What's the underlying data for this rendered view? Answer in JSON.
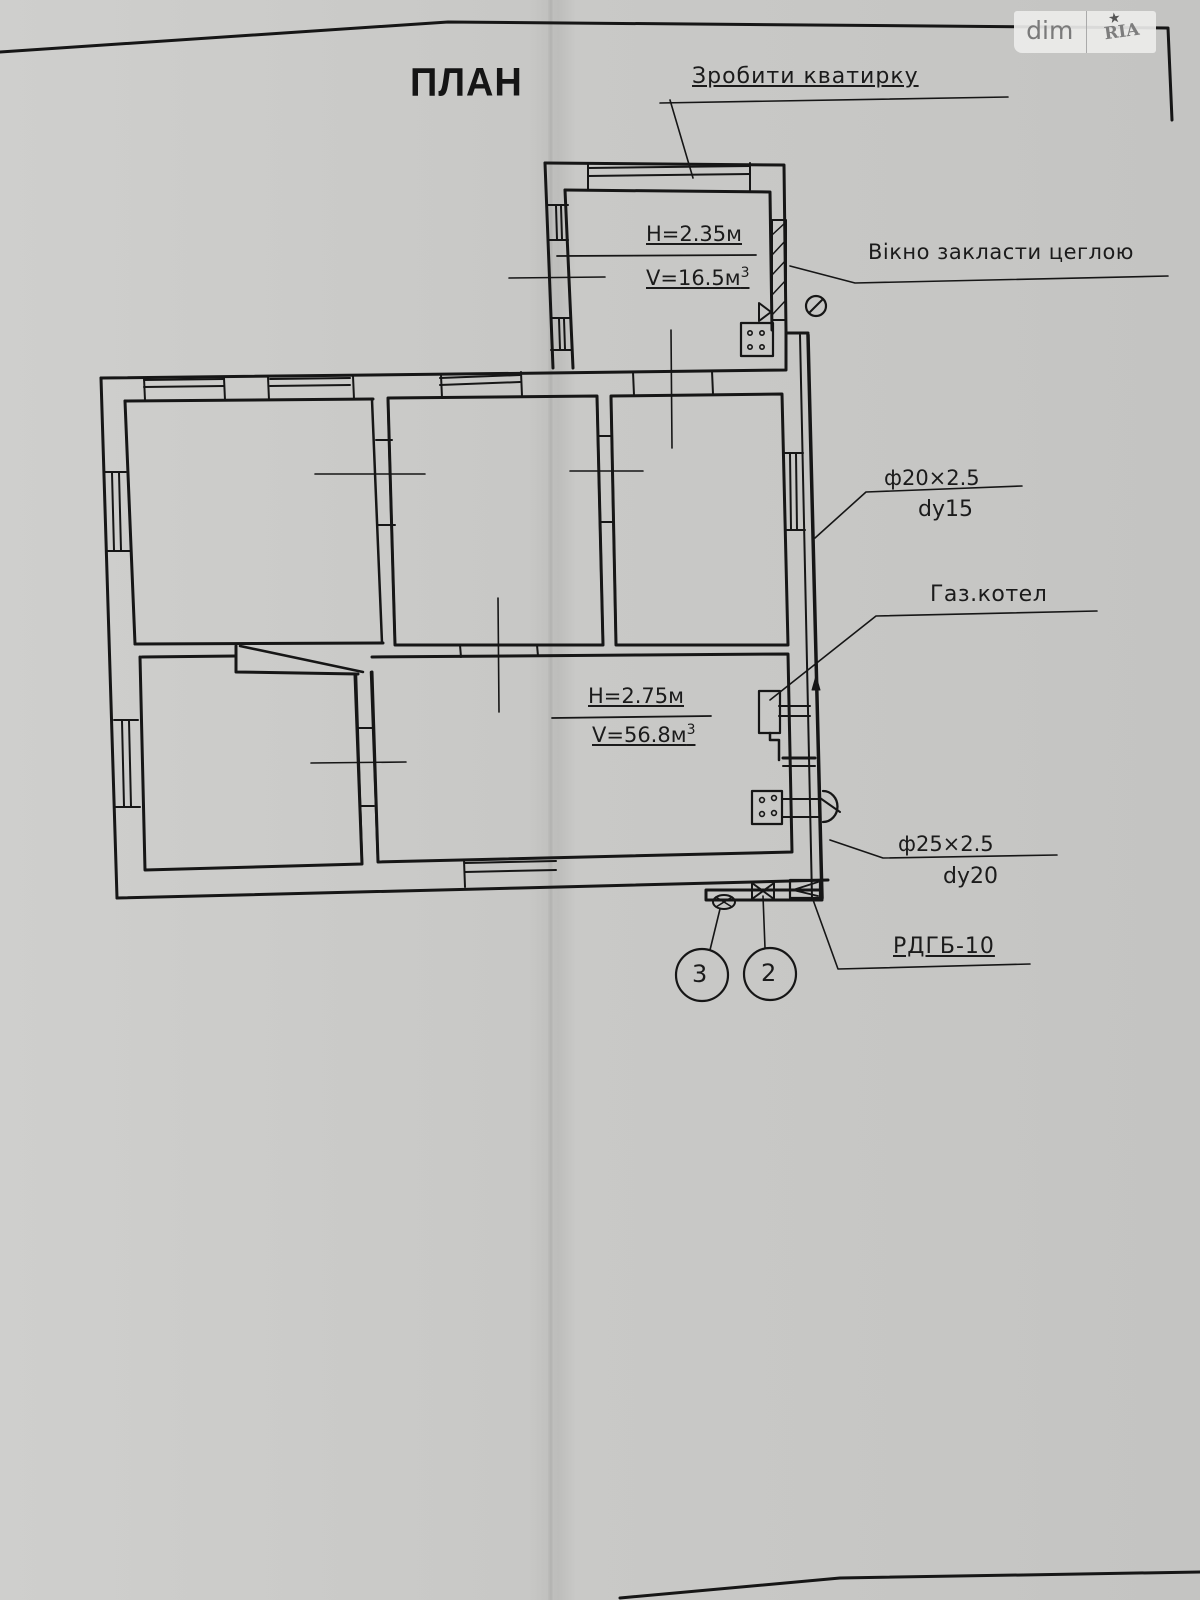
{
  "document": {
    "title": "ПЛАН",
    "watermark": {
      "left": "dim",
      "right": "RIA"
    }
  },
  "annotations": {
    "vent_note": "Зробити кватирку",
    "window_note": "Вікно закласти цеглою",
    "pipe_upper": {
      "size": "ф20×2.5",
      "dn": "dу15"
    },
    "boiler": "Газ.котел",
    "pipe_lower": {
      "size": "ф25×2.5",
      "dn": "dу20"
    },
    "regulator": "РДГБ-10",
    "markers": [
      "3",
      "2"
    ]
  },
  "rooms": {
    "kitchen_small": {
      "height": "Н=2.35м",
      "volume_prefix": "V=16.5м",
      "volume_sup": "3"
    },
    "kitchen_main": {
      "height": "Н=2.75м",
      "volume_prefix": "V=56.8м",
      "volume_sup": "3"
    }
  },
  "colors": {
    "ink": "#151515",
    "paper": "#c8c8c6"
  }
}
